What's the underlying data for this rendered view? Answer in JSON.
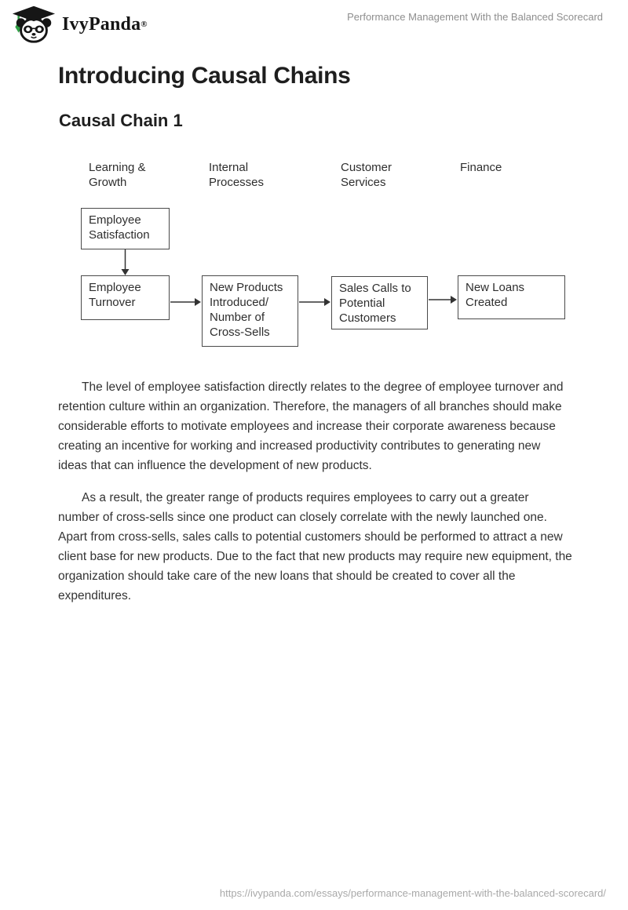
{
  "header": {
    "logo_text": "IvyPanda",
    "logo_reg": "®",
    "running_title": "Performance Management With the Balanced Scorecard"
  },
  "content": {
    "h1": "Introducing Causal Chains",
    "h2": "Causal Chain 1",
    "paragraphs": [
      "The level of employee satisfaction directly relates to the degree of employee turnover and retention culture within an organization. Therefore, the managers of all branches should make considerable efforts to motivate employees and increase their corporate awareness because creating an incentive for working and increased productivity contributes to generating new ideas that can influence the development of new products.",
      "As a result, the greater range of products requires employees to carry out a greater number of cross-sells since one product can closely correlate with the newly launched one. Apart from cross-sells, sales calls to potential customers should be performed to attract a new client base for new products. Due to the fact that new products may require new equipment, the organization should take care of the new loans that should be created to cover all the expenditures."
    ]
  },
  "diagram": {
    "columns": [
      "Learning & Growth",
      "Internal Processes",
      "Customer Services",
      "Finance"
    ],
    "boxes": [
      {
        "label": "Employee Satisfaction"
      },
      {
        "label": "Employee Turnover"
      },
      {
        "label": "New Products Introduced/ Number of Cross-Sells"
      },
      {
        "label": "Sales Calls to Potential Customers"
      },
      {
        "label": "New Loans Created"
      }
    ],
    "arrows": [
      "employee-satisfaction -> employee-turnover",
      "employee-turnover -> new-products",
      "new-products -> sales-calls",
      "sales-calls -> new-loans"
    ]
  },
  "footer": {
    "url": "https://ivypanda.com/essays/performance-management-with-the-balanced-scorecard/"
  },
  "colors": {
    "tassel_green": "#2f9e44",
    "ink": "#1e1e1e",
    "body_text": "#333333",
    "muted_gray": "#8e8e8e",
    "footer_gray": "#a9a9a9",
    "box_border": "#4a4a4a"
  }
}
